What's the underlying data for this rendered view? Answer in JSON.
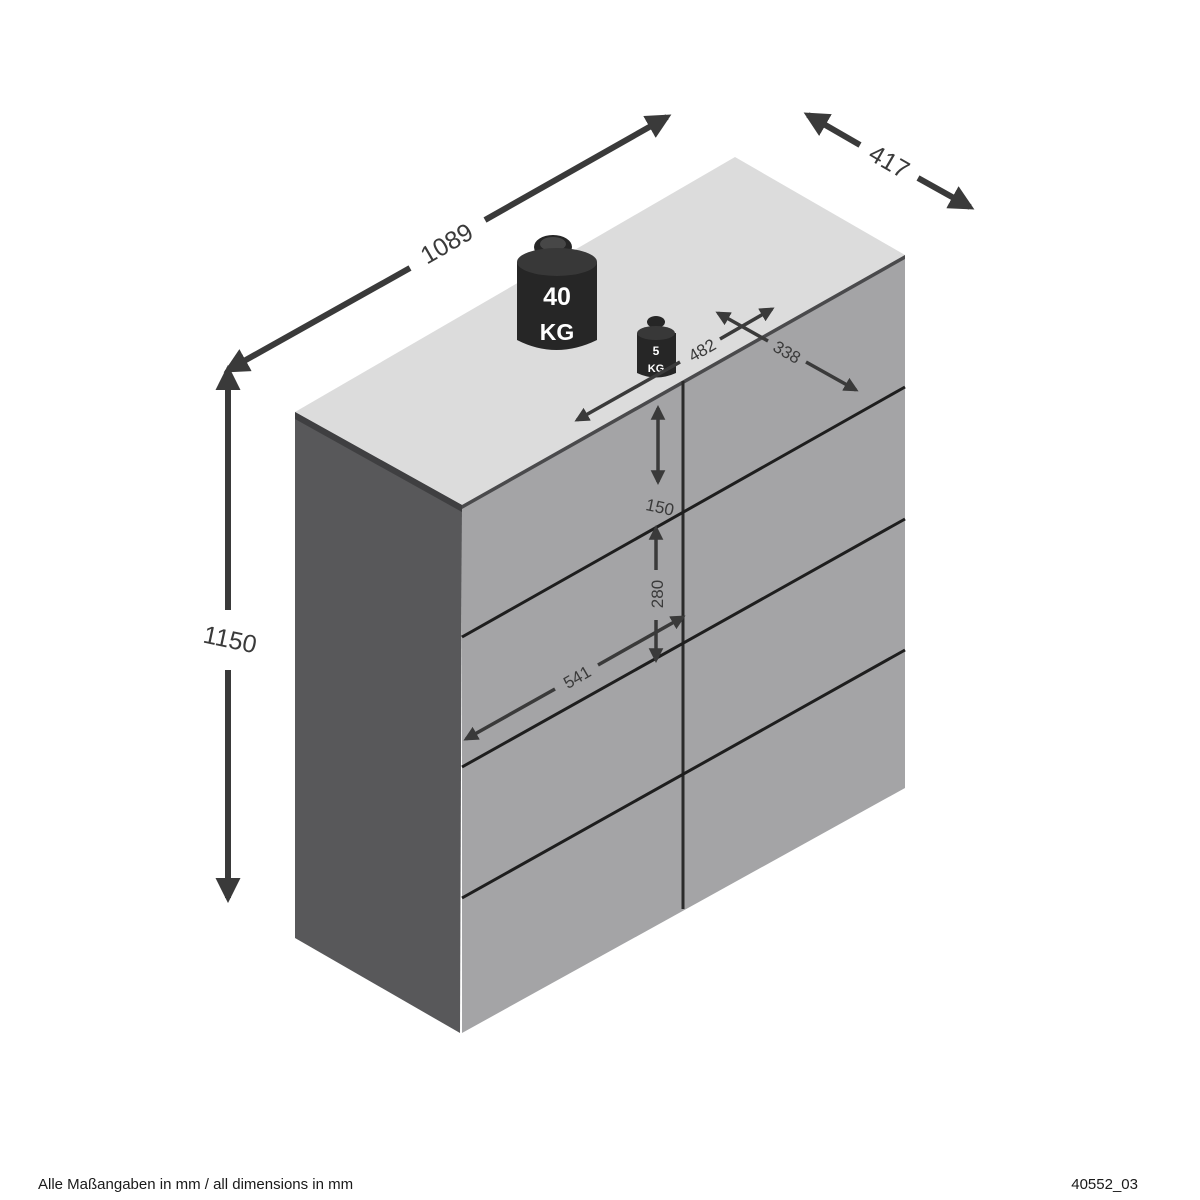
{
  "dimensions": {
    "width": "1089",
    "depth": "417",
    "height": "1150",
    "inner_width": "482",
    "inner_depth": "338",
    "drawer_height": "150",
    "door_height": "280",
    "door_width": "541"
  },
  "weights": {
    "top_number": "40",
    "top_unit": "KG",
    "shelf_number": "5",
    "shelf_unit": "KG"
  },
  "footer": {
    "note": "Alle Maßangaben in mm / all dimensions in mm",
    "code": "40552_03"
  },
  "colors": {
    "top": "#dcdcdc",
    "side": "#58585a",
    "front": "#a4a4a6",
    "line": "#3a3a3a",
    "weight": "#262626"
  }
}
